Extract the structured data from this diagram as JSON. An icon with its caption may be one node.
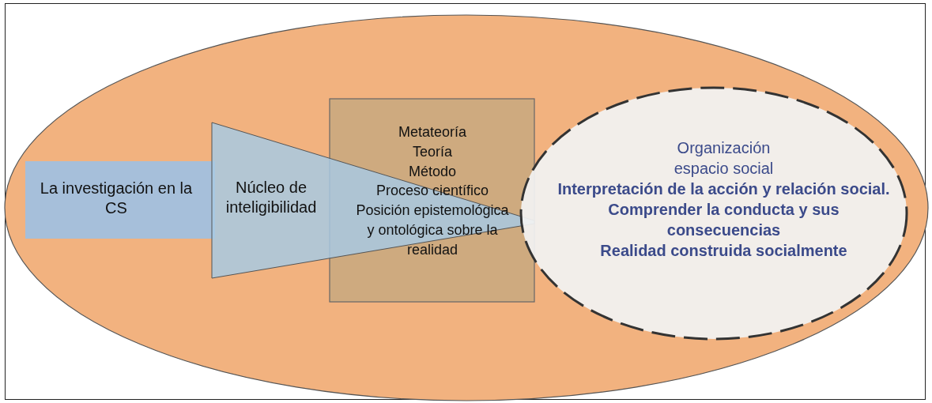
{
  "diagram": {
    "nodes": [
      {
        "text": [],
        "shape": "ellipse"
      },
      {
        "text": [
          "La investigación en la CS"
        ],
        "in": 0
      },
      {
        "text": [
          "Núcleo de inteligibilidad"
        ],
        "in": 0
      },
      {
        "text": [
          "Metateoría",
          "Teoría",
          "Método",
          "Proceso científico",
          "Posición epistemológica y ontológica sobre la realidad"
        ],
        "in": 0
      },
      {
        "text": [
          "Organización espacio social",
          "Interpretación de la acción y relación social. Comprender la conducta y sus consecuencias",
          "Realidad construida socialmente"
        ],
        "in": 0
      }
    ],
    "edges": []
  }
}
